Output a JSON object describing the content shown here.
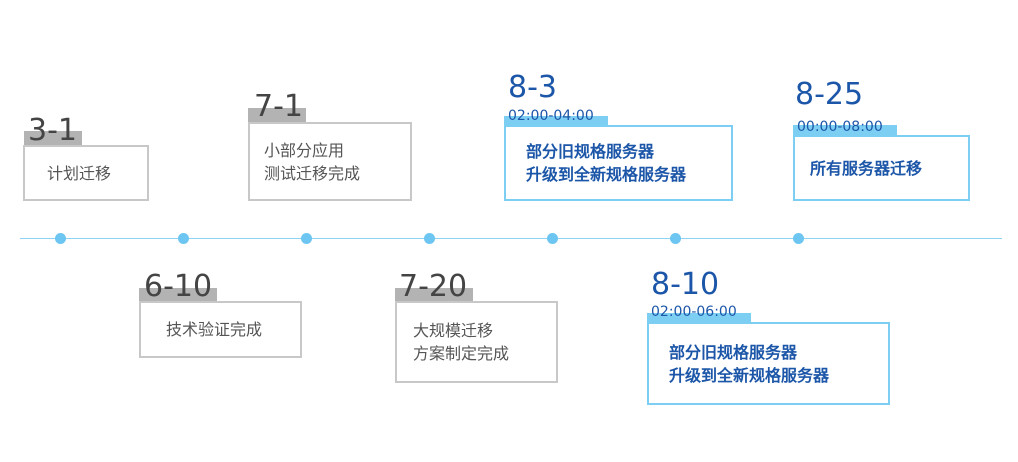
{
  "milestones": [
    {
      "date": "3-1",
      "lines": [
        "计划迁移"
      ]
    },
    {
      "date": "6-10",
      "lines": [
        "技术验证完成"
      ]
    },
    {
      "date": "7-1",
      "lines": [
        "小部分应用",
        "测试迁移完成"
      ]
    },
    {
      "date": "7-20",
      "lines": [
        "大规模迁移",
        "方案制定完成"
      ]
    },
    {
      "date": "8-3",
      "time": "02:00-04:00",
      "lines": [
        "部分旧规格服务器",
        "升级到全新规格服务器"
      ]
    },
    {
      "date": "8-10",
      "time": "02:00-06:00",
      "lines": [
        "部分旧规格服务器",
        "升级到全新规格服务器"
      ]
    },
    {
      "date": "8-25",
      "time": "00:00-08:00",
      "lines": [
        "所有服务器迁移"
      ]
    }
  ],
  "colors": {
    "line": "#8fd3f4",
    "dot": "#6cc6f1",
    "highlight": "#1c56a8",
    "gray_border": "#c8c8c8"
  }
}
